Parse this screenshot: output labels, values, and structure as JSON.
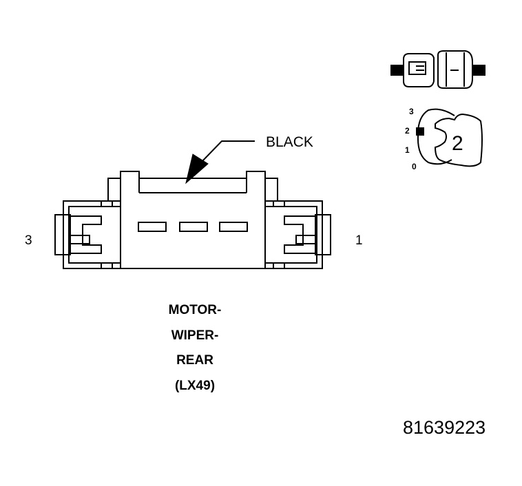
{
  "diagram": {
    "wire_color_label": "BLACK",
    "pin_left": "3",
    "pin_right": "1",
    "connector_name": [
      "MOTOR-",
      "WIPER-",
      "REAR",
      "(LX49)"
    ],
    "figure_number": "81639223"
  },
  "key_icon": {
    "positions": [
      "3",
      "2",
      "1",
      "0"
    ],
    "selected": "2"
  },
  "colors": {
    "line": "#000000",
    "background": "#ffffff"
  }
}
